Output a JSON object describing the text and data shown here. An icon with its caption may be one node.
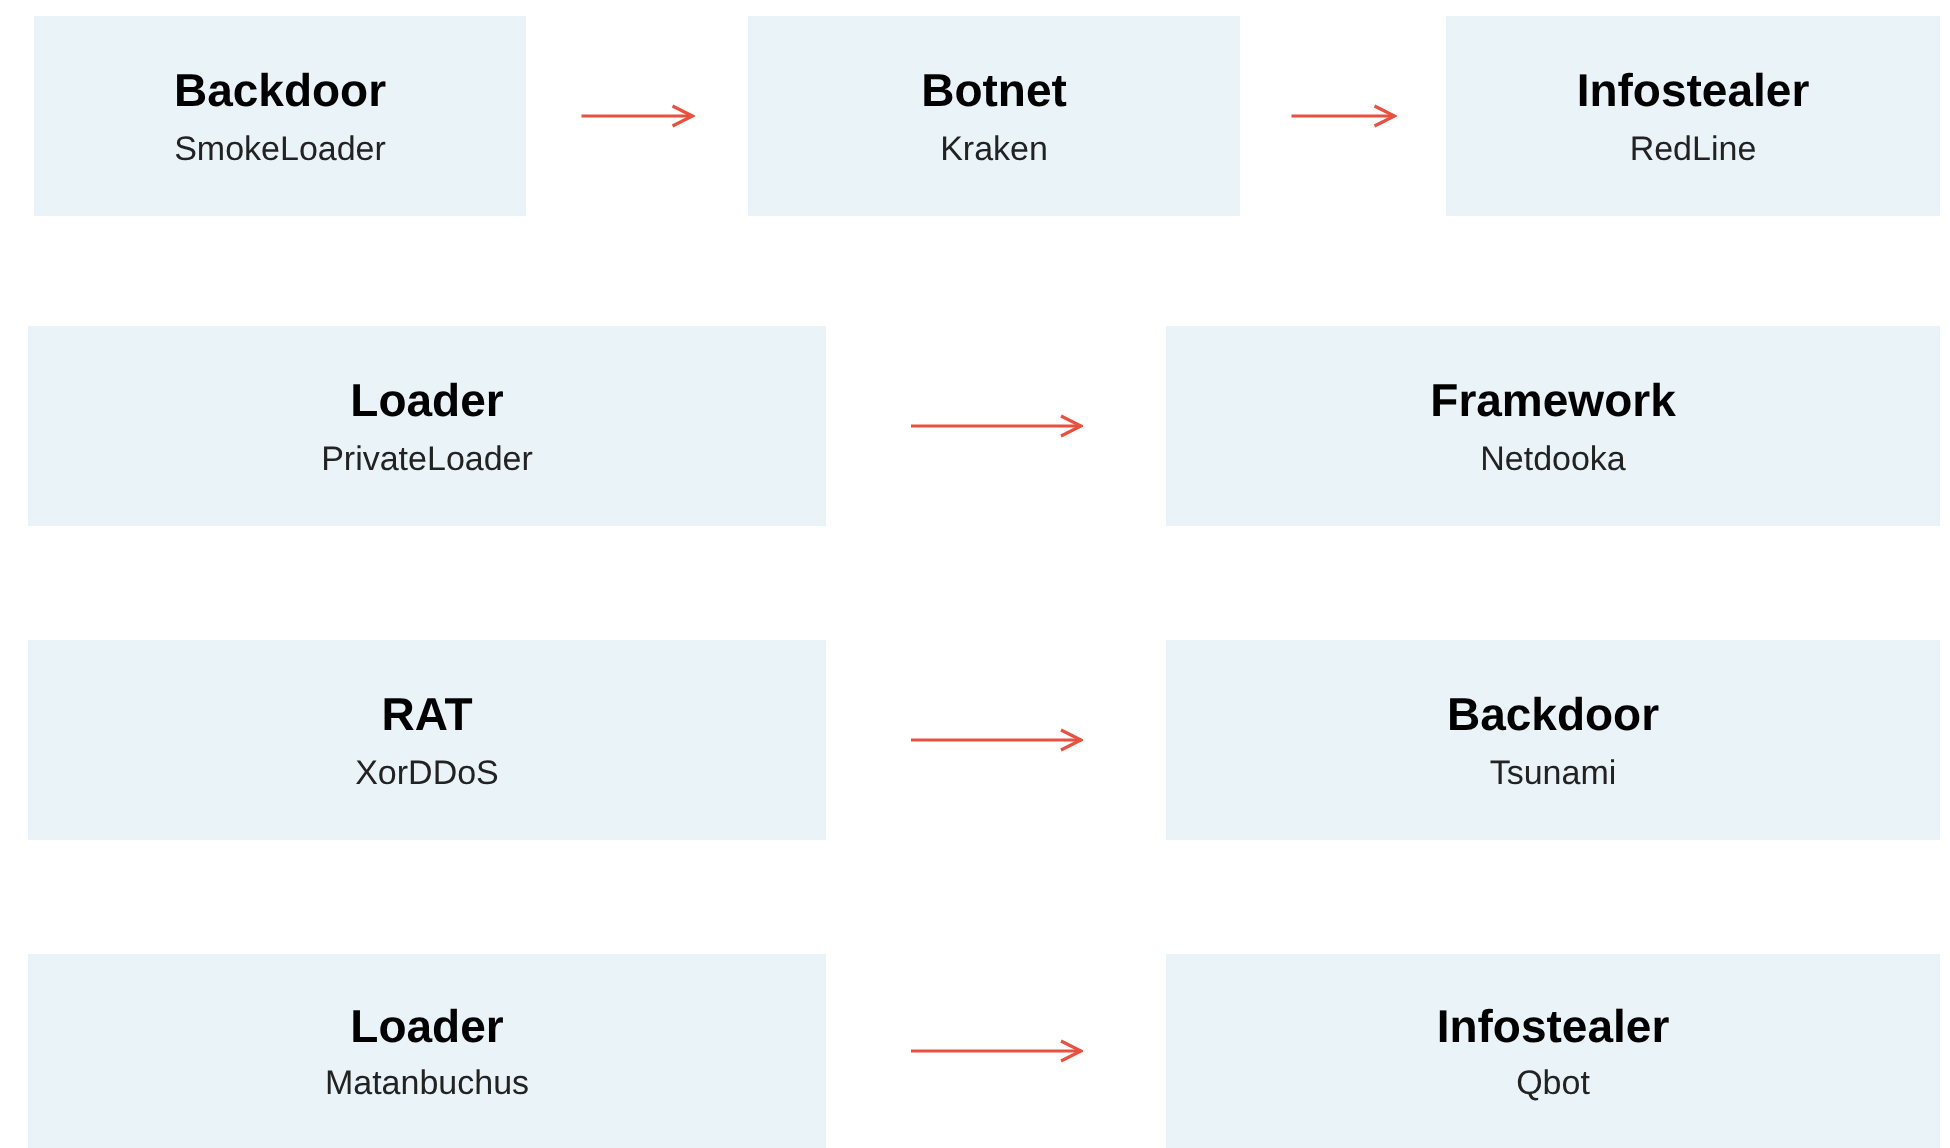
{
  "diagram": {
    "nodes": [
      {
        "text": [
          "Backdoor",
          "SmokeLoader"
        ]
      },
      {
        "text": [
          "Botnet",
          "Kraken"
        ]
      },
      {
        "text": [
          "Infostealer",
          "RedLine"
        ]
      },
      {
        "text": [
          "Loader",
          "PrivateLoader"
        ]
      },
      {
        "text": [
          "Framework",
          "Netdooka"
        ]
      },
      {
        "text": [
          "RAT",
          "XorDDoS"
        ]
      },
      {
        "text": [
          "Backdoor",
          "Tsunami"
        ]
      },
      {
        "text": [
          "Loader",
          "Matanbuchus"
        ]
      },
      {
        "text": [
          "Infostealer",
          "Qbot"
        ]
      }
    ],
    "edges": [
      {
        "from": 0,
        "to": 1,
        "arrow": "to"
      },
      {
        "from": 1,
        "to": 2,
        "arrow": "to"
      },
      {
        "from": 3,
        "to": 4,
        "arrow": "to"
      },
      {
        "from": 5,
        "to": 6,
        "arrow": "to"
      },
      {
        "from": 7,
        "to": 8,
        "arrow": "to"
      }
    ]
  }
}
